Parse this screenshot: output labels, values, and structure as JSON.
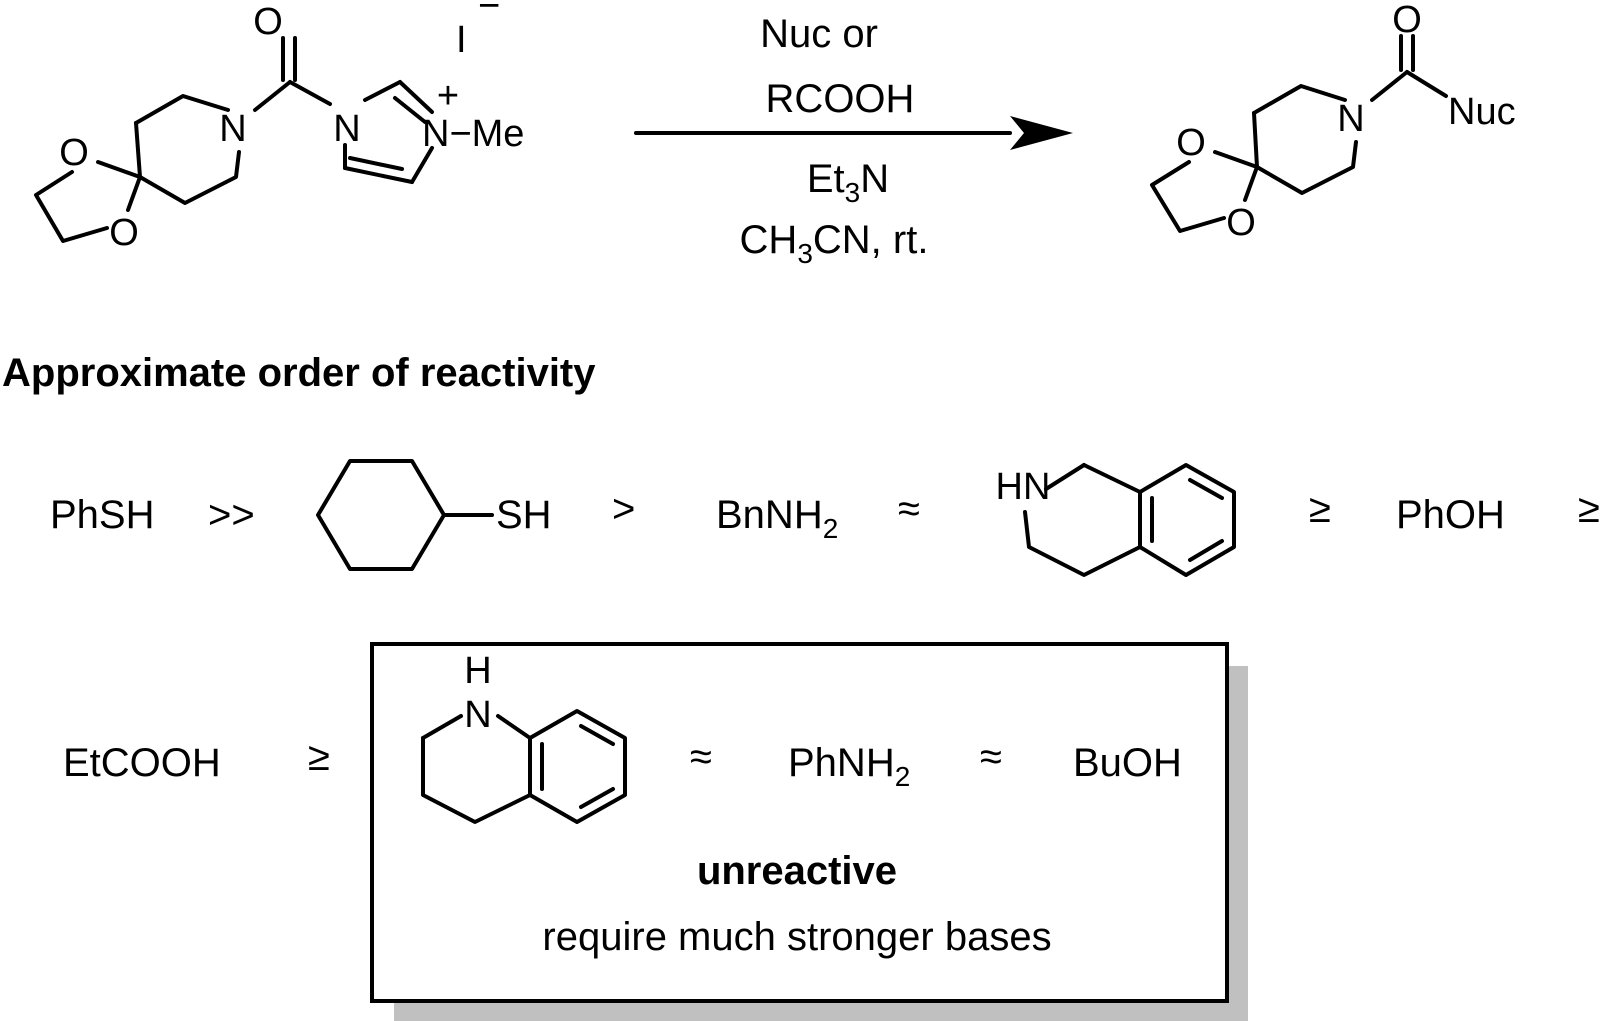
{
  "reaction": {
    "reagent_line1": "Nuc or",
    "reagent_line2": "RCOOH",
    "base_prefix": "Et",
    "base_sub": "3",
    "base_suffix": "N",
    "solvent_prefix": "CH",
    "solvent_sub": "3",
    "solvent_suffix": "CN, rt.",
    "counterion": "I",
    "counterion_charge": "−",
    "cation_charge": "+",
    "methyl": "N−Me",
    "nuc_label": "Nuc"
  },
  "atoms": {
    "O": "O",
    "N": "N",
    "HN": "HN",
    "H": "H",
    "SH": "SH"
  },
  "heading": "Approximate order of reactivity",
  "series": {
    "phsh": "PhSH",
    "rel1": ">>",
    "rel2": ">",
    "bnnh2_prefix": "BnNH",
    "bnnh2_sub": "2",
    "rel3": "≈",
    "rel4": "≥",
    "phoh": "PhOH",
    "rel5": "≥",
    "etcooh": "EtCOOH",
    "rel6": "≥",
    "rel7": "≈",
    "phnh2_prefix": "PhNH",
    "phnh2_sub": "2",
    "rel8": "≈",
    "buoh": "BuOH"
  },
  "box": {
    "title": "unreactive",
    "note": "require much stronger bases"
  },
  "colors": {
    "ink": "#000000",
    "shadow": "#c0c0c0",
    "background": "#ffffff"
  }
}
